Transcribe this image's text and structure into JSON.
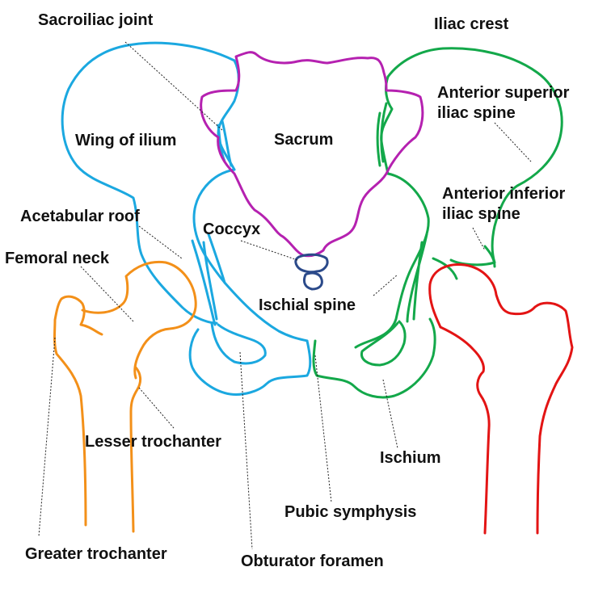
{
  "colors": {
    "left_hip_bone": "#1ba8e0",
    "right_hip_bone": "#13a84a",
    "sacrum": "#b521b0",
    "coccyx": "#2b4a8a",
    "left_femur": "#f39019",
    "right_femur": "#e31414",
    "label_text": "#111111"
  },
  "labels": {
    "sacroiliac_joint": "Sacroiliac joint",
    "iliac_crest": "Iliac crest",
    "anterior_superior_line1": "Anterior superior",
    "anterior_superior_line2": "iliac spine",
    "wing_of_ilium": "Wing of ilium",
    "sacrum": "Sacrum",
    "anterior_inferior_line1": "Anterior inferior",
    "anterior_inferior_line2": "iliac spine",
    "acetabular_roof": "Acetabular roof",
    "coccyx": "Coccyx",
    "femoral_neck": "Femoral neck",
    "ischial_spine": "Ischial spine",
    "lesser_trochanter": "Lesser trochanter",
    "ischium": "Ischium",
    "pubic_symphysis": "Pubic symphysis",
    "greater_trochanter": "Greater trochanter",
    "obturator_foramen": "Obturator foramen"
  }
}
